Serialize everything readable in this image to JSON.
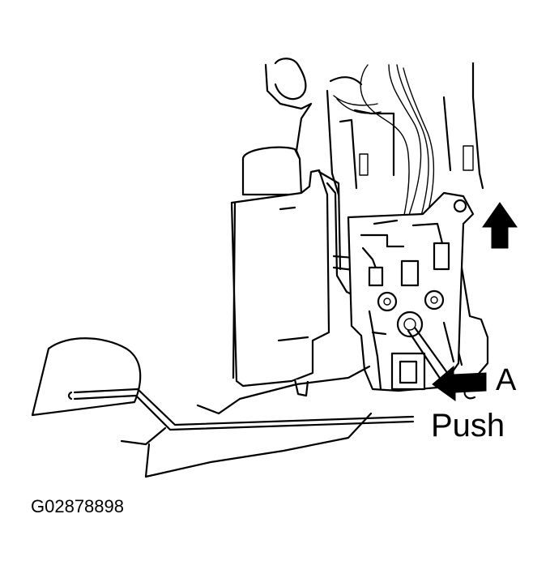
{
  "labels": {
    "part_a": "A",
    "push": "Push",
    "figure_id": "G02878898"
  },
  "colors": {
    "line": "#000000",
    "background": "#ffffff"
  },
  "icons": {
    "push_direction": "arrow-left-icon",
    "lift_direction": "arrow-up-icon"
  }
}
